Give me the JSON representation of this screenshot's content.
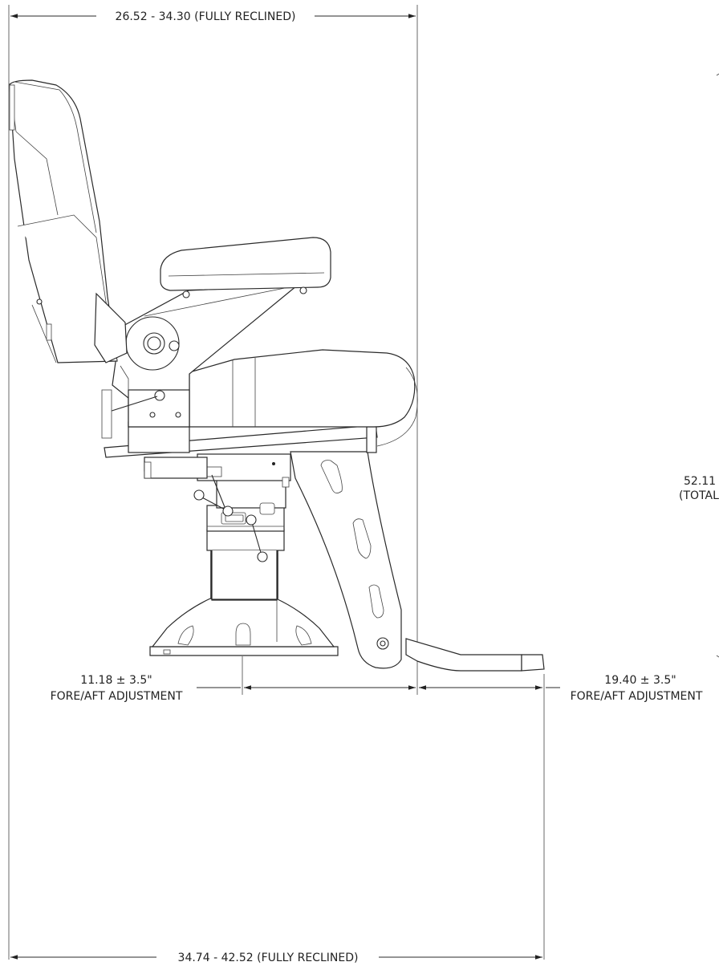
{
  "dimensions": {
    "top_width": "26.52 - 34.30 (FULLY RECLINED)",
    "bottom_width": "34.74 - 42.52 (FULLY RECLINED)",
    "left_adjust_value": "11.18 ± 3.5\"",
    "left_adjust_label": "FORE/AFT ADJUSTMENT",
    "right_adjust_value": "19.40 ± 3.5\"",
    "right_adjust_label": "FORE/AFT ADJUSTMENT",
    "height_value": "52.11",
    "height_label": "(TOTAL"
  }
}
